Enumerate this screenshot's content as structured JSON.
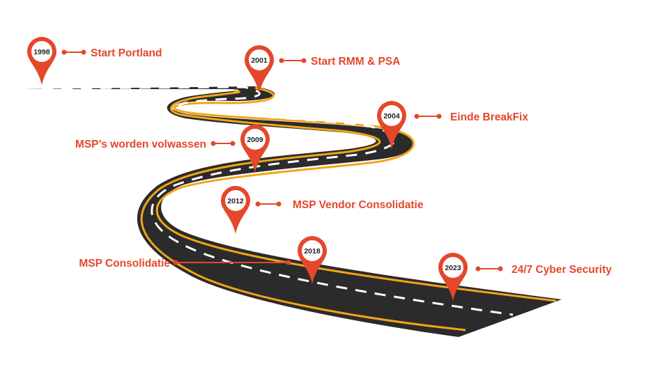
{
  "colors": {
    "accent": "#E5472A",
    "road": "#2B2B2B",
    "edge_line": "#F2A516",
    "center_line": "#FFFFFF",
    "pin_inner": "#FFFFFF",
    "year_text": "#222222"
  },
  "milestones": [
    {
      "year": "1998",
      "label": "Start Portland"
    },
    {
      "year": "2001",
      "label": "Start RMM & PSA"
    },
    {
      "year": "2004",
      "label": "Einde BreakFix"
    },
    {
      "year": "2009",
      "label": "MSP’s worden volwassen"
    },
    {
      "year": "2012",
      "label": "MSP Vendor  Consolidatie"
    },
    {
      "year": "2018",
      "label": "MSP Consolidatie"
    },
    {
      "year": "2023",
      "label": "24/7 Cyber Security"
    }
  ]
}
